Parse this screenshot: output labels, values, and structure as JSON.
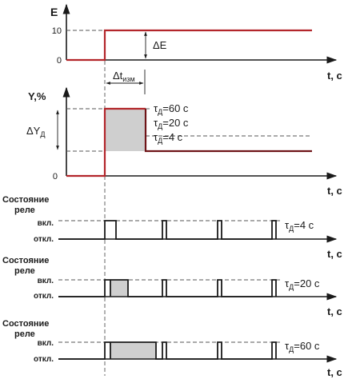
{
  "colors": {
    "signal": "#b3262b",
    "signal_dark": "#6f1418",
    "shade": "#cfcfcf",
    "line": "#1a1a1a",
    "dash": "#555555"
  },
  "panel_e": {
    "ylabel": "E",
    "tick_top": "10",
    "tick_zero": "0",
    "delta_label": "ΔE",
    "xlabel": "t, с"
  },
  "panel_y": {
    "ylabel": "Y,%",
    "tick_zero": "0",
    "delta_t": "Δt",
    "delta_t_sub": "изм",
    "delta_y": "ΔY",
    "delta_y_sub": "Д",
    "xlabel": "t, с",
    "taus": [
      {
        "sym": "τ",
        "sub": "Д",
        "val": "=60 с"
      },
      {
        "sym": "τ",
        "sub": "Д",
        "val": "=20 с"
      },
      {
        "sym": "τ",
        "sub": "Д",
        "val": "=4 с"
      }
    ]
  },
  "relays": [
    {
      "title1": "Состояние",
      "title2": "реле",
      "on": "вкл.",
      "off": "откл.",
      "tau_sym": "τ",
      "tau_sub": "Д",
      "tau_val": "=4 с",
      "xlabel": "t, с"
    },
    {
      "title1": "Состояние",
      "title2": "реле",
      "on": "вкл.",
      "off": "откл.",
      "tau_sym": "τ",
      "tau_sub": "Д",
      "tau_val": "=20 с",
      "xlabel": "t, с"
    },
    {
      "title1": "Состояние",
      "title2": "реле",
      "on": "вкл.",
      "off": "откл.",
      "tau_sym": "τ",
      "tau_sub": "Д",
      "tau_val": "=60 с",
      "xlabel": "t, с"
    }
  ]
}
